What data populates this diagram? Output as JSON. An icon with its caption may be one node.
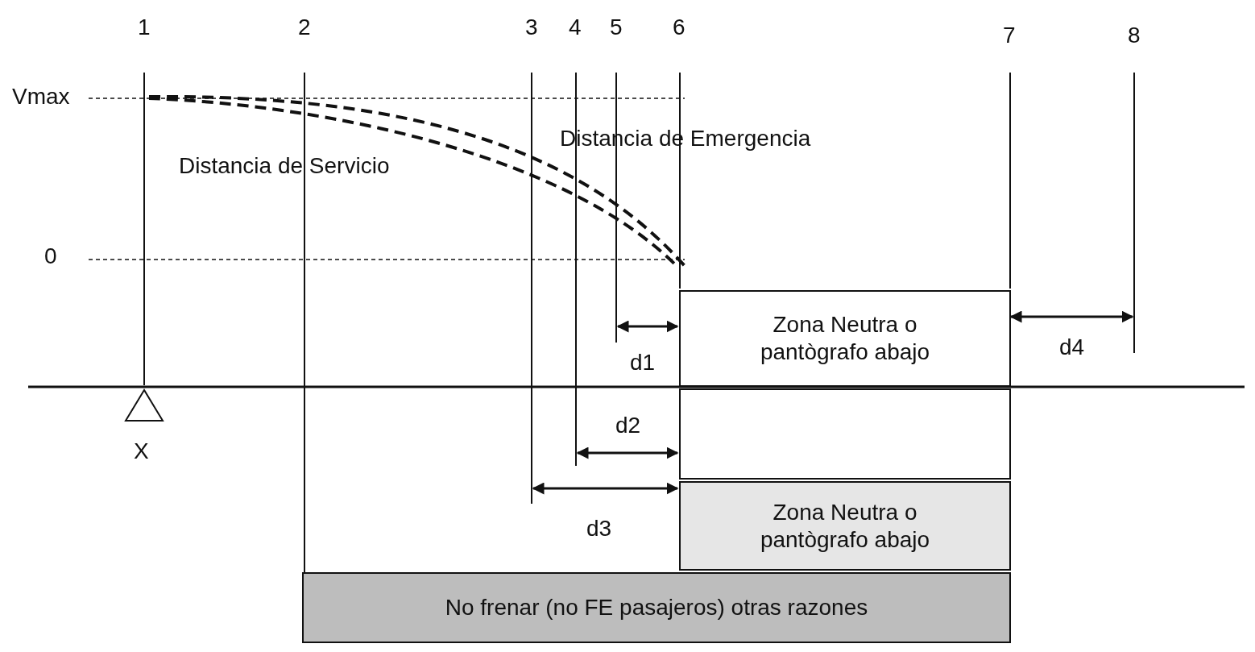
{
  "diagram": {
    "nodes": [
      {
        "text": [
          "Zona Neutra o pantògrafo abajo"
        ]
      },
      {
        "text": [],
        "shape": "box"
      },
      {
        "text": [
          "Zona Neutra o pantògrafo abajo"
        ]
      },
      {
        "text": [
          "No frenar (no FE pasajeros) otras razones"
        ]
      }
    ],
    "labels": [
      "1",
      "2",
      "3",
      "4",
      "5",
      "6",
      "7",
      "8",
      "Vmax",
      "Distancia de Emergencia",
      "Distancia de Servicio",
      "0",
      "d1",
      "d4",
      "X",
      "d2",
      "d3"
    ]
  }
}
